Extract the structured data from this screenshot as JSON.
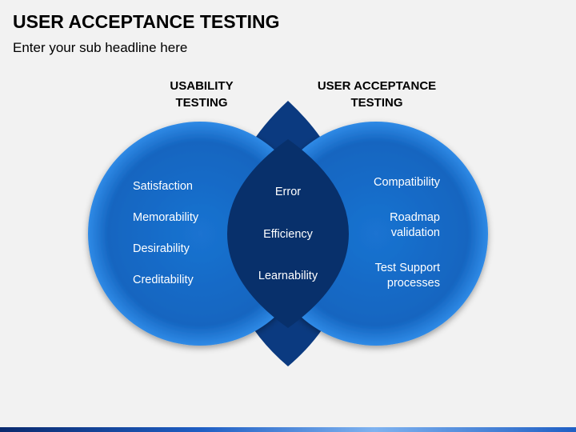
{
  "header": {
    "title": "USER ACCEPTANCE TESTING",
    "subtitle": "Enter your sub headline here"
  },
  "diagram": {
    "left": {
      "label": "USABILITY\nTESTING",
      "items": [
        "Satisfaction",
        "Memorability",
        "Desirability",
        "Creditability"
      ]
    },
    "right": {
      "label": "USER ACCEPTANCE\nTESTING",
      "items": [
        "Compatibility",
        "Roadmap\nvalidation",
        "Test Support\nprocesses"
      ]
    },
    "overlap": {
      "items": [
        "Error",
        "Efficiency",
        "Learnability"
      ]
    },
    "colors": {
      "circle": "#1565c0",
      "circle_highlight": "#2a86e0",
      "overlap": "#08306b",
      "background": "#f2f2f2"
    }
  }
}
